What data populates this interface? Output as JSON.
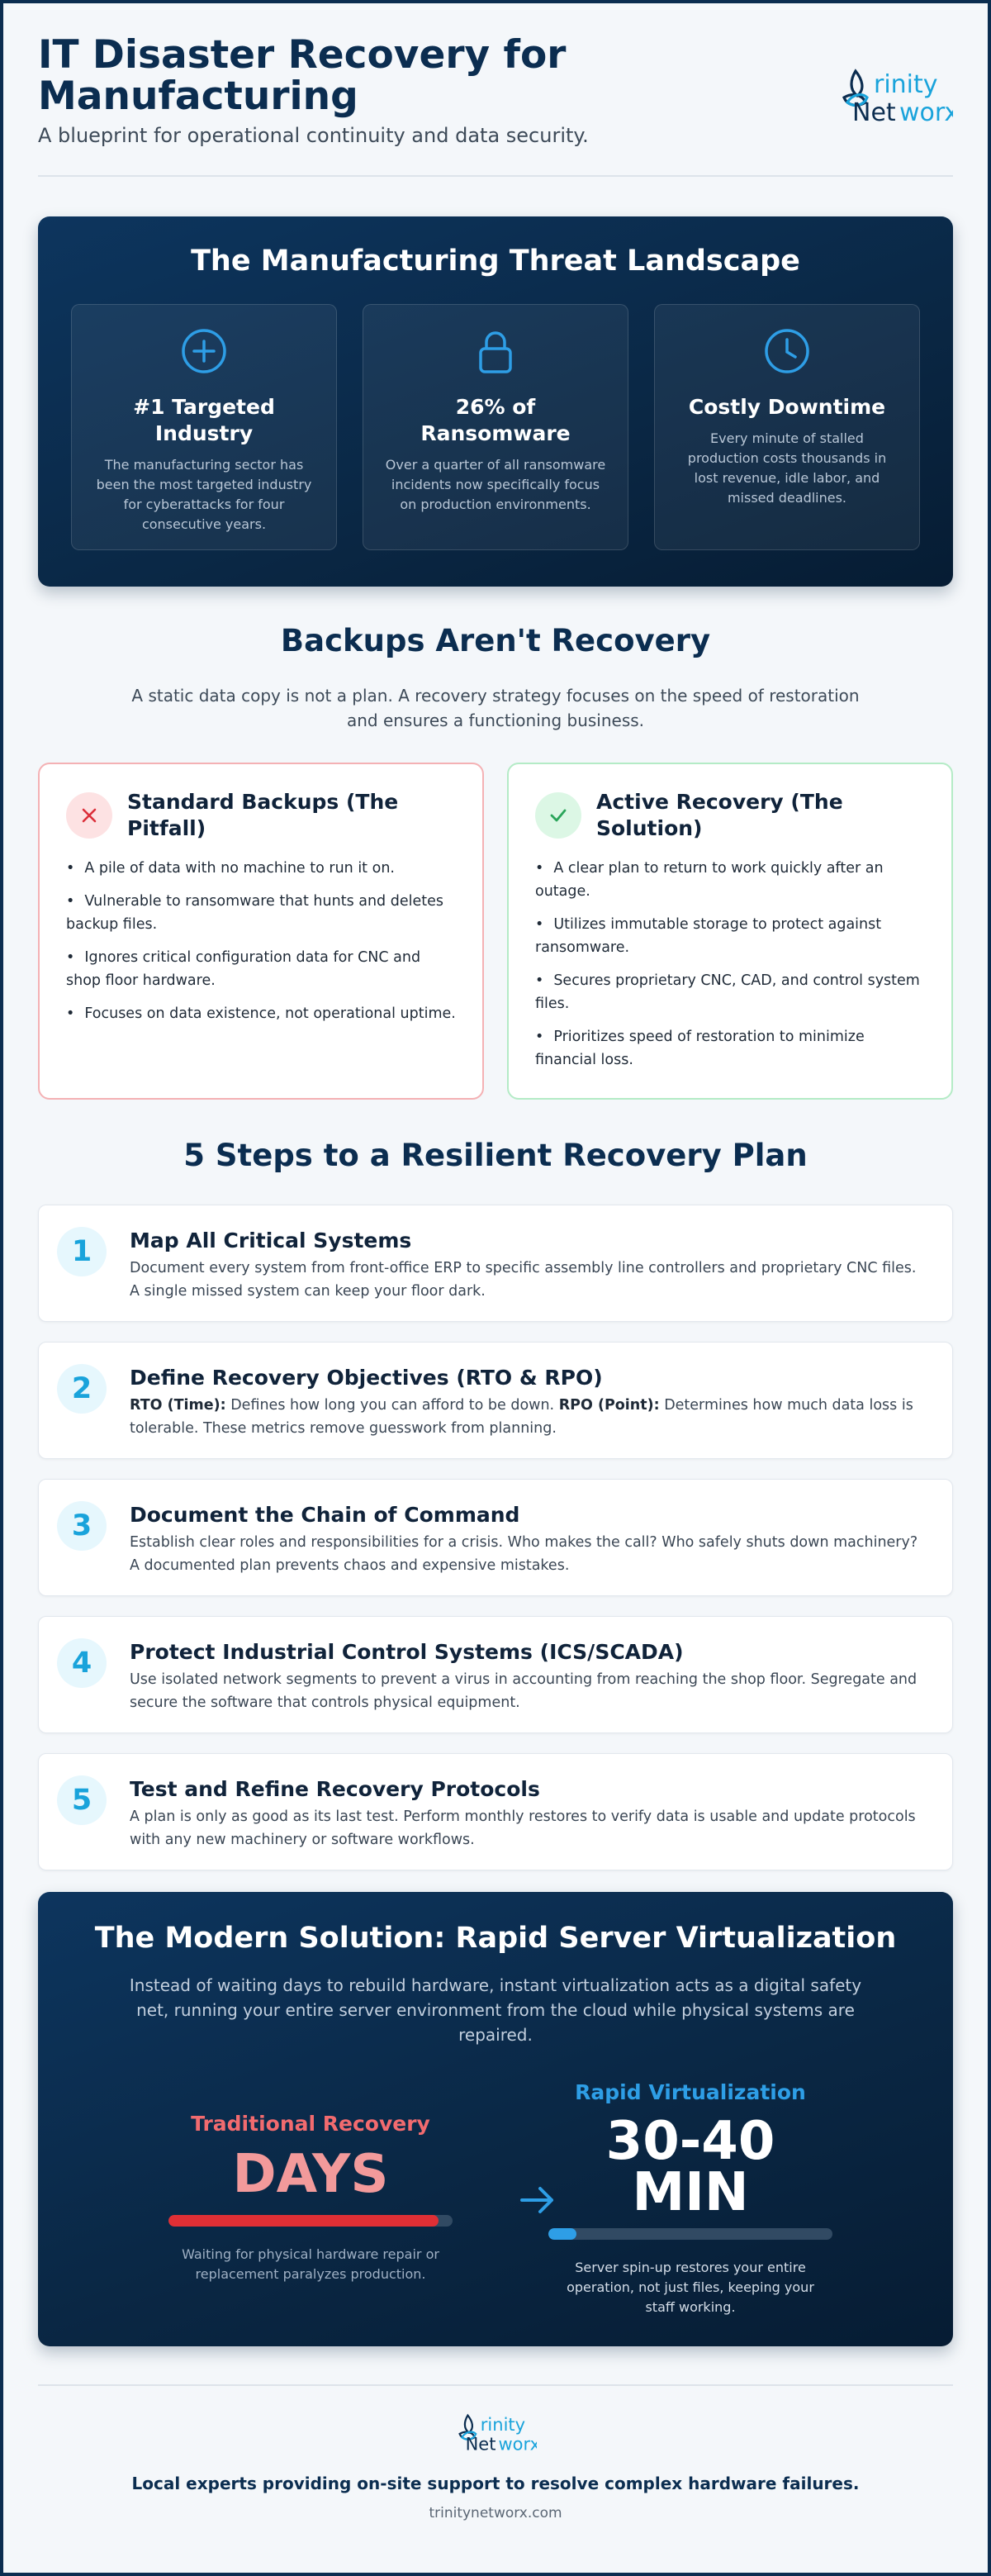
{
  "header": {
    "title": "IT Disaster Recovery for Manufacturing",
    "subtitle": "A blueprint for operational continuity and data security.",
    "logo_text": "trinity Networx"
  },
  "threat": {
    "title": "The Manufacturing Threat Landscape",
    "cards": [
      {
        "icon": "plus-circle-icon",
        "heading": "#1 Targeted Industry",
        "text": "The manufacturing sector has been the most targeted industry for cyberattacks for four consecutive years."
      },
      {
        "icon": "lock-icon",
        "heading": "26% of Ransomware",
        "text": "Over a quarter of all ransomware incidents now specifically focus on production environments."
      },
      {
        "icon": "clock-icon",
        "heading": "Costly Downtime",
        "text": "Every minute of stalled production costs thousands in lost revenue, idle labor, and missed deadlines."
      }
    ]
  },
  "backups": {
    "title": "Backups Aren't Recovery",
    "description": "A static data copy is not a plan. A recovery strategy focuses on the speed of restoration and ensures a functioning business.",
    "pitfall": {
      "icon": "x-icon",
      "heading": "Standard Backups (The Pitfall)",
      "items": [
        "A pile of data with no machine to run it on.",
        "Vulnerable to ransomware that hunts and deletes backup files.",
        "Ignores critical configuration data for CNC and shop floor hardware.",
        "Focuses on data existence, not operational uptime."
      ]
    },
    "solution": {
      "icon": "check-icon",
      "heading": "Active Recovery (The Solution)",
      "items": [
        "A clear plan to return to work quickly after an outage.",
        "Utilizes immutable storage to protect against ransomware.",
        "Secures proprietary CNC, CAD, and control system files.",
        "Prioritizes speed of restoration to minimize financial loss."
      ]
    }
  },
  "steps": {
    "title": "5 Steps to a Resilient Recovery Plan",
    "items": [
      {
        "num": "1",
        "heading": "Map All Critical Systems",
        "text": "Document every system from front-office ERP to specific assembly line controllers and proprietary CNC files. A single missed system can keep your floor dark."
      },
      {
        "num": "2",
        "heading": "Define Recovery Objectives (RTO & RPO)",
        "rto_label": "RTO (Time):",
        "rto_text": " Defines how long you can afford to be down. ",
        "rpo_label": "RPO (Point):",
        "rpo_text": " Determines how much data loss is tolerable. These metrics remove guesswork from planning."
      },
      {
        "num": "3",
        "heading": "Document the Chain of Command",
        "text": "Establish clear roles and responsibilities for a crisis. Who makes the call? Who safely shuts down machinery? A documented plan prevents chaos and expensive mistakes."
      },
      {
        "num": "4",
        "heading": "Protect Industrial Control Systems (ICS/SCADA)",
        "text": "Use isolated network segments to prevent a virus in accounting from reaching the shop floor. Segregate and secure the software that controls physical equipment."
      },
      {
        "num": "5",
        "heading": "Test and Refine Recovery Protocols",
        "text": "A plan is only as good as its last test. Perform monthly restores to verify data is usable and update protocols with any new machinery or software workflows."
      }
    ]
  },
  "modern": {
    "title": "The Modern Solution: Rapid Server Virtualization",
    "description": "Instead of waiting days to rebuild hardware, instant virtualization acts as a digital safety net, running your entire server environment from the cloud while physical systems are repaired.",
    "traditional": {
      "label": "Traditional Recovery",
      "value": "DAYS",
      "bar_fraction": 0.95,
      "note": "Waiting for physical hardware repair or replacement paralyzes production."
    },
    "rapid": {
      "label": "Rapid Virtualization",
      "value_line1": "30-40",
      "value_line2": "MIN",
      "bar_fraction": 0.1,
      "note": "Server spin-up restores your entire operation, not just files, keeping your staff working."
    },
    "arrow_icon": "arrow-right-icon",
    "colors": {
      "traditional": "#e02f35",
      "rapid": "#2e9ee6"
    }
  },
  "footer": {
    "logo_text": "trinity Networx",
    "tagline": "Local experts providing on-site support to resolve complex hardware failures.",
    "url": "trinitynetworx.com"
  }
}
